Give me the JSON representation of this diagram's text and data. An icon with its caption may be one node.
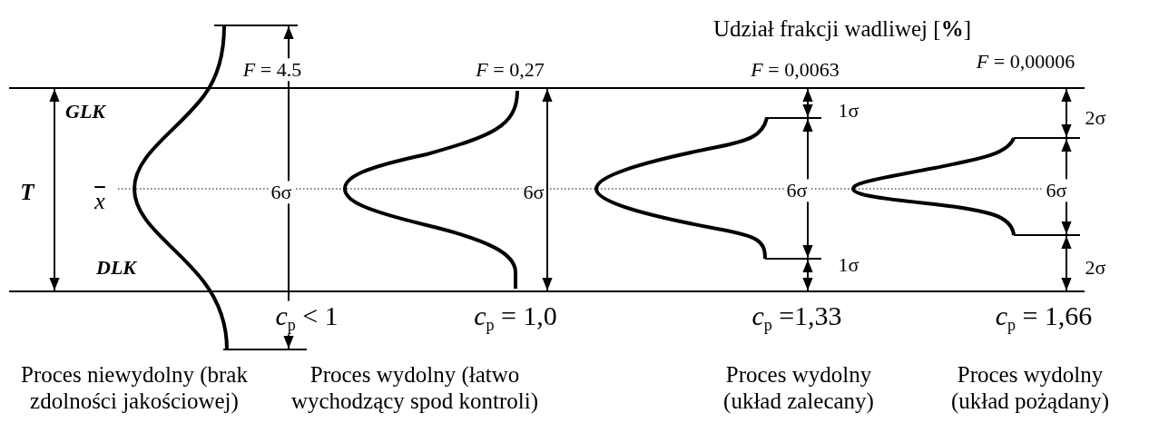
{
  "diagram": {
    "labels": [
      "Udział frakcji wadliwej [**%**]",
      "*F* = 4.5",
      "*F* = 0,27",
      "*F* = 0,0063",
      "*F* = 0,00006",
      "GLK",
      "1σ",
      "2σ",
      "T",
      "6σ",
      "6σ",
      "6σ",
      "6σ",
      "x",
      "DLK",
      "1σ",
      "2σ",
      "*c*$_{p}$ < 1",
      "*c*$_{p}$ = 1,0",
      "*c*$_{p}$ =1,33",
      "*c*$_{p}$ = 1,66",
      "Proces niewydolny (brak zdolności jakościowej)",
      "Proces wydolny (łatwo wychodzący spod kontroli)",
      "Proces wydolny (układ zalecany)",
      "Proces wydolny (układ pożądany)"
    ]
  }
}
